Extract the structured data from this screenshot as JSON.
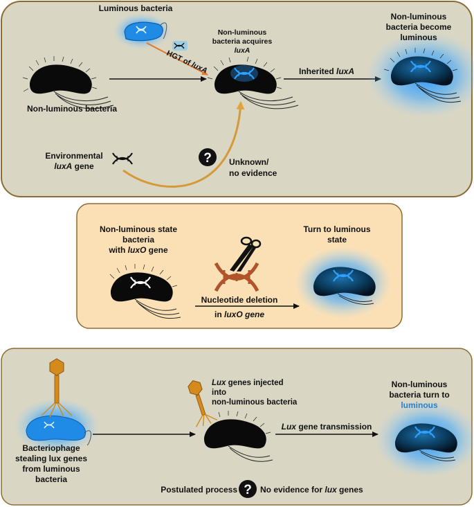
{
  "panel1": {
    "luminous_bacteria": "Luminous bacteria",
    "acquires_line1": "Non-luminous",
    "acquires_line2": "bacteria acquires",
    "acquires_line3": "luxA",
    "become_line1": "Non-luminous",
    "become_line2": "bacteria become",
    "become_line3": "luminous",
    "hgt_prefix": "HGT of ",
    "hgt_gene": "luxA",
    "inherited_prefix": "Inherited ",
    "inherited_gene": "luxA",
    "nonlum": "Non-luminous bacteria",
    "env_line1": "Environmental",
    "env_gene": "luxA",
    "env_suffix": " gene",
    "unknown_line1": "Unknown/",
    "unknown_line2": "no evidence",
    "question": "?"
  },
  "panel2": {
    "state_line1": "Non-luminous state",
    "state_line2": "bacteria",
    "state_prefix": "with ",
    "state_gene": "luxO",
    "state_suffix": " gene",
    "turn_line1": "Turn to luminous",
    "turn_line2": "state",
    "deletion_line1": "Nucleotide deletion",
    "deletion_prefix": "in ",
    "deletion_gene": "luxO gene"
  },
  "panel3": {
    "injected_line1": "Lux",
    "injected_line1_rest": " genes injected",
    "injected_line2": "into",
    "injected_line3": "non-luminous bacteria",
    "turn_line1": "Non-luminous",
    "turn_line2": "bacteria turn to",
    "turn_line3": "luminous",
    "transmission_gene": "Lux",
    "transmission_rest": " gene transmission",
    "phage_line1": "Bacteriophage",
    "phage_line2": "stealing lux genes",
    "phage_line3": "from luminous",
    "phage_line4": "bacteria",
    "postulated": "Postulated process",
    "question": "?",
    "noevidence_prefix": "No evidence for ",
    "noevidence_gene": "lux",
    "noevidence_suffix": " genes"
  },
  "colors": {
    "panel_olive": "#d9d6c4",
    "panel_peach": "#fbe0b6",
    "panel_border": "#8d6a32",
    "bacterium": "#0a0a0a",
    "glow": "#1e8fe6",
    "dna_blue": "#2ea0ff",
    "dna_brown": "#b0542a",
    "arrow_orange": "#d49a3a",
    "hgt_arrow": "#e0782e",
    "phage": "#d58a1c",
    "luminous_text": "#2a7fd0"
  }
}
